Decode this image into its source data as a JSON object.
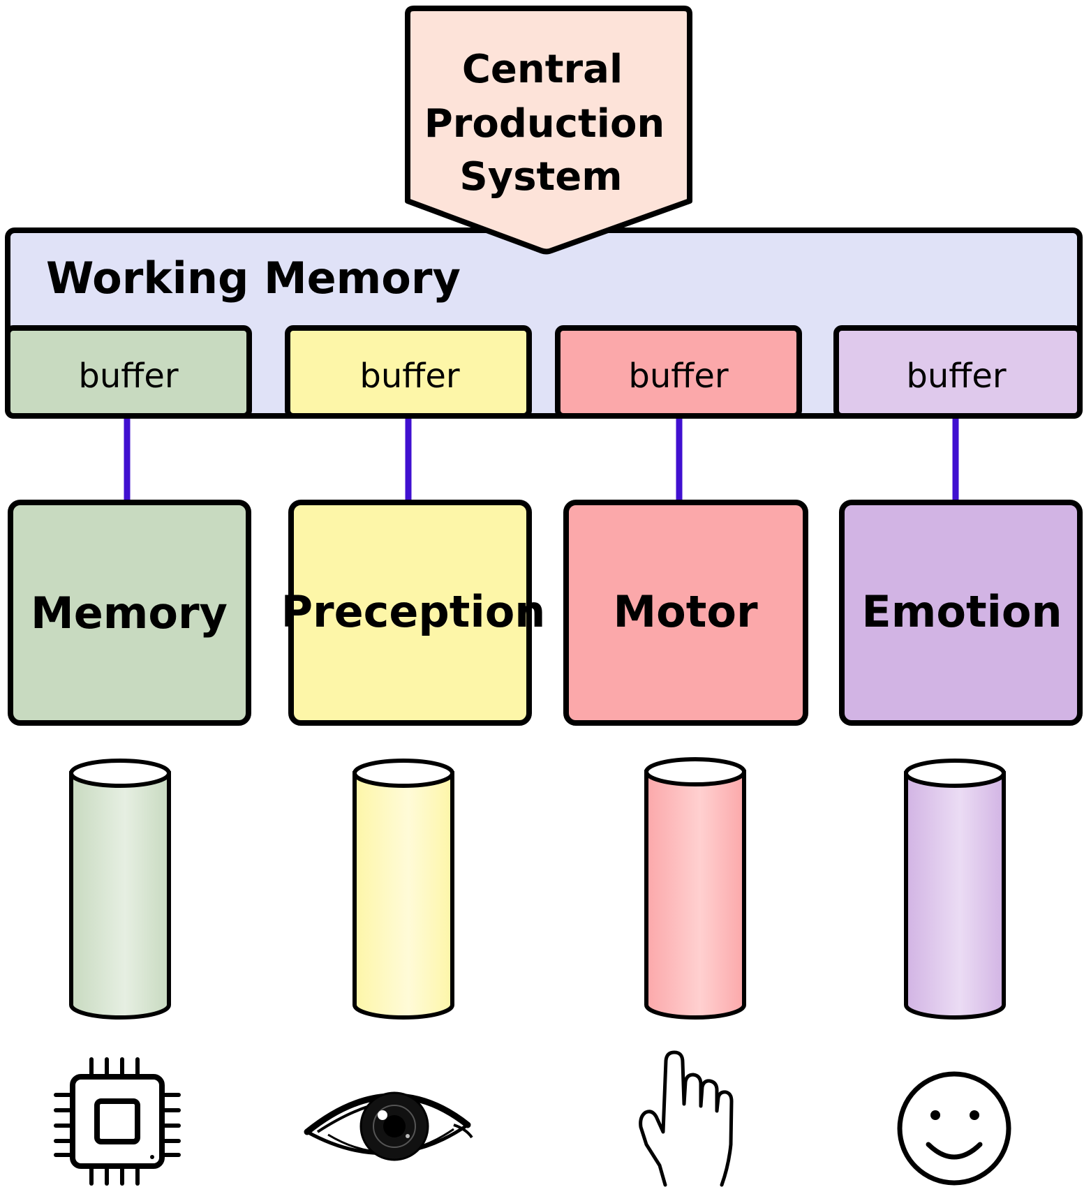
{
  "central": {
    "lines": [
      "Central",
      "Production",
      "System"
    ],
    "fill": "#fde3d9"
  },
  "working_memory": {
    "title": "Working Memory",
    "fill": "#e0e2f7"
  },
  "connector_color": "#4010d0",
  "modules": [
    {
      "id": "memory",
      "buffer_label": "buffer",
      "label": "Memory",
      "fill": "#c8dac0",
      "icon": "chip-icon"
    },
    {
      "id": "perception",
      "buffer_label": "buffer",
      "label": "Preception",
      "fill": "#fdf6a8",
      "icon": "eye-icon"
    },
    {
      "id": "motor",
      "buffer_label": "buffer",
      "label": "Motor",
      "fill": "#fba8aa",
      "icon": "hand-icon"
    },
    {
      "id": "emotion",
      "buffer_label": "buffer",
      "label": "Emotion",
      "fill": "#d2b4e4",
      "icon": "smiley-icon"
    }
  ]
}
